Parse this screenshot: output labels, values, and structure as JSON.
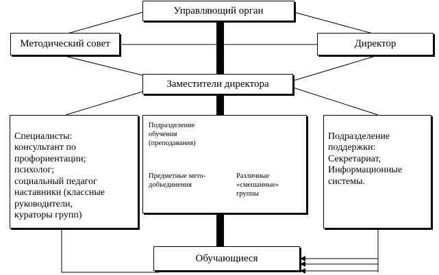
{
  "diagram": {
    "governing_body": "Управляющий орган",
    "methodical_council": "Методический совет",
    "director": "Директор",
    "deputies": "Заместители директора",
    "specialists": "Специалисты:\nконсультант по профориентации;\nпсихолог;\nсоциальный педагог\nнаставники (классные руководители,\nкураторы групп)",
    "teaching_unit": {
      "title": "Подразделение\nобучения\n(преподавания)",
      "subject_associations": "Предметные мето-\nдобъединения",
      "mixed_groups": "Различные\n«смешанные»\nгруппы"
    },
    "support_unit": "Подразделение\nподдержки:\nСекретариат,\nИнформационные\nсистемы.",
    "students": "Обучающиеся"
  }
}
